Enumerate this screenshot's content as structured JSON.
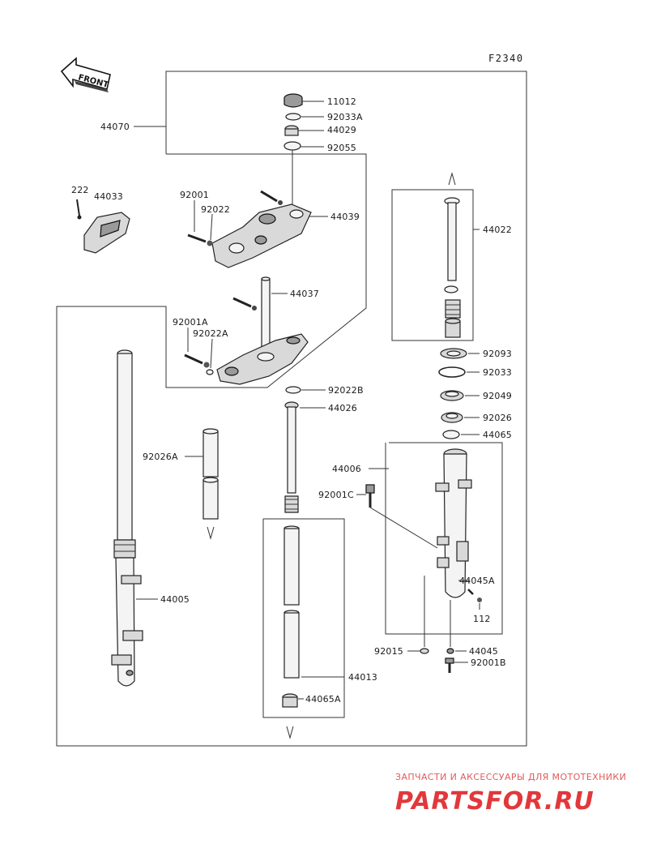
{
  "figure_code": "F2340",
  "front_label": "FRONT",
  "watermark": {
    "subtitle": "ЗАПЧАСТИ И АКСЕССУАРЫ ДЛЯ МОТОТЕХНИКИ",
    "logo_text": "PARTSFOR.RU"
  },
  "callouts": {
    "p11012": "11012",
    "p92033A": "92033A",
    "p44029": "44029",
    "p92055": "92055",
    "p44070": "44070",
    "p222": "222",
    "p44033": "44033",
    "p92001": "92001",
    "p92022": "92022",
    "p44039": "44039",
    "p44022": "44022",
    "p44037": "44037",
    "p92001A": "92001A",
    "p92022A": "92022A",
    "p92093": "92093",
    "p92033": "92033",
    "p92022B": "92022B",
    "p92049": "92049",
    "p44026": "44026",
    "p92026": "92026",
    "p44065": "44065",
    "p92026A": "92026A",
    "p44006": "44006",
    "p92001C": "92001C",
    "p44045A": "44045A",
    "p44005": "44005",
    "p112": "112",
    "p92015": "92015",
    "p44045": "44045",
    "p92001B": "92001B",
    "p44013": "44013",
    "p44065A": "44065A"
  }
}
